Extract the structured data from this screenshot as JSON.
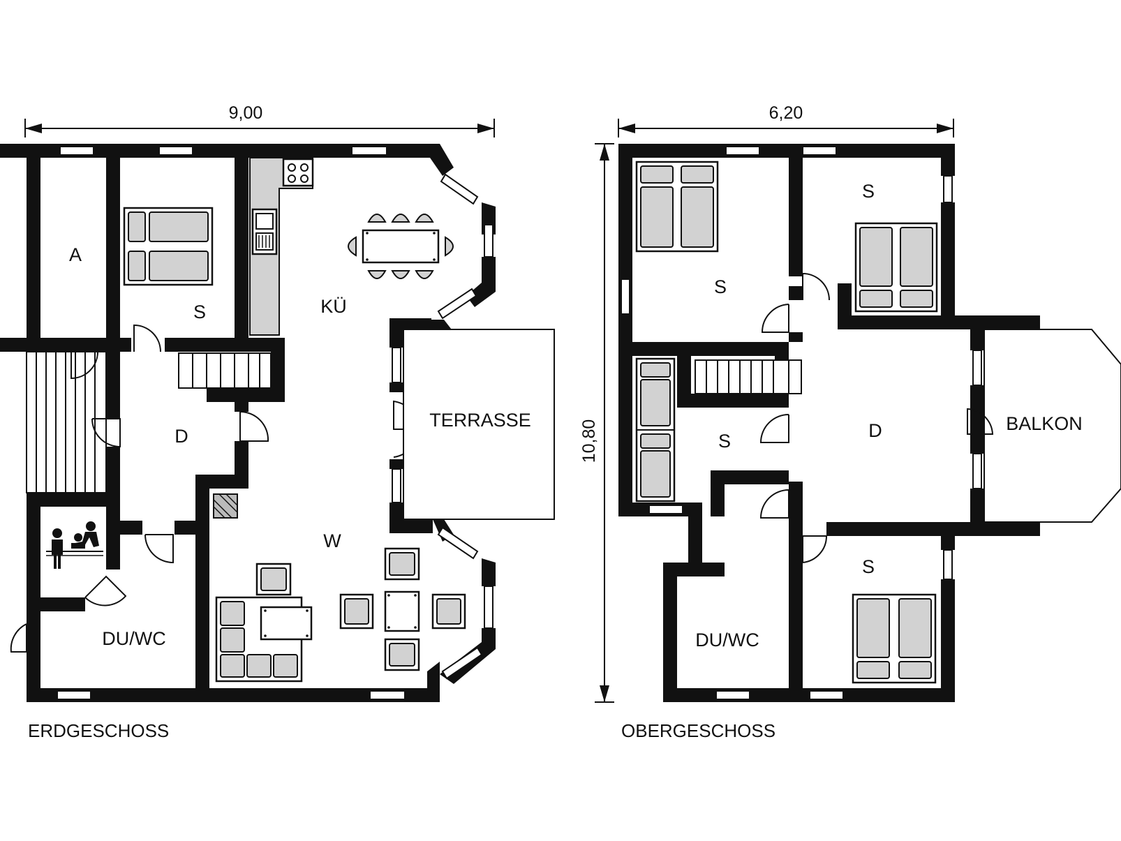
{
  "erdgeschoss": {
    "floor_label": "ERDGESCHOSS",
    "width_dimension": "9,00",
    "rooms": {
      "abstellraum": "A",
      "schlafzimmer": "S",
      "kueche": "KÜ",
      "diele": "D",
      "terrasse": "TERRASSE",
      "wohnzimmer": "W",
      "bad": "DU/WC"
    }
  },
  "obergeschoss": {
    "floor_label": "OBERGESCHOSS",
    "width_dimension": "6,20",
    "height_dimension": "10,80",
    "rooms": {
      "schlafzimmer_1": "S",
      "schlafzimmer_2": "S",
      "schlafzimmer_3": "S",
      "schlafzimmer_4": "S",
      "diele": "D",
      "balkon": "BALKON",
      "bad": "DU/WC"
    }
  },
  "icons": [
    "sauna-icon",
    "bed-icon",
    "stove-icon",
    "sink-icon",
    "fireplace-icon",
    "door-icon",
    "stairs-icon",
    "window-icon"
  ]
}
